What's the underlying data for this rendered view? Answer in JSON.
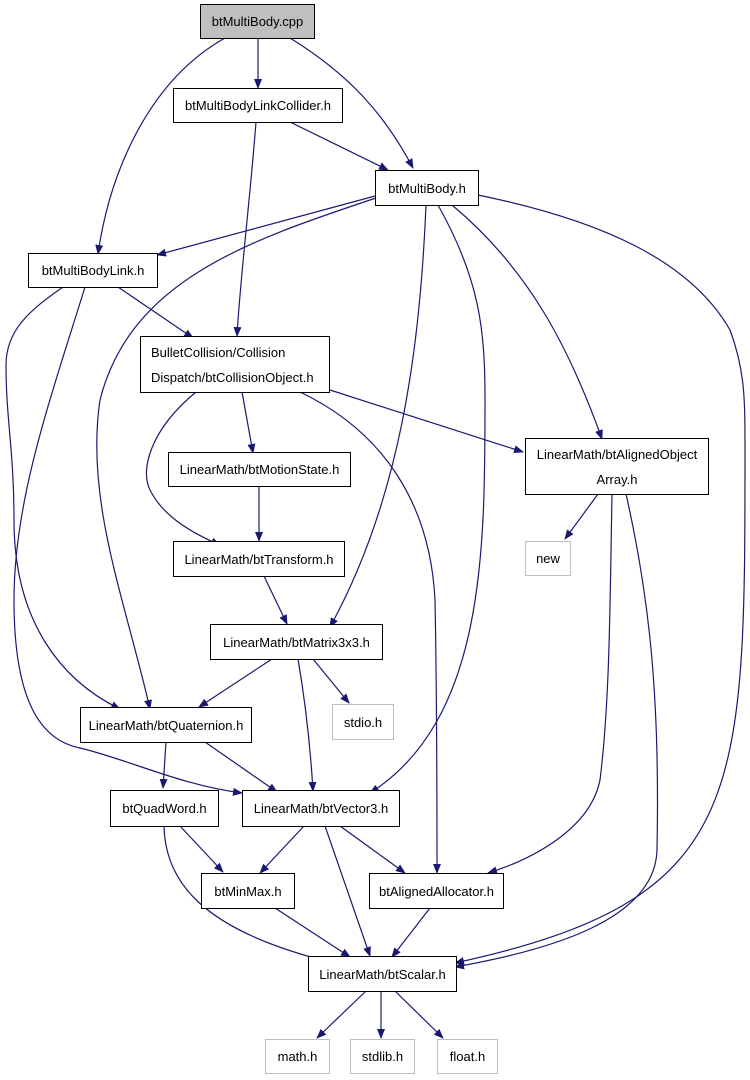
{
  "colors": {
    "edge": "#191970",
    "root_fill": "#bfbfbf",
    "external_border": "#bfbfbf"
  },
  "nodes": {
    "bt_multibody_cpp": "btMultiBody.cpp",
    "bt_multibody_link_collider_h": "btMultiBodyLinkCollider.h",
    "bt_multibody_h": "btMultiBody.h",
    "bt_multibody_link_h": "btMultiBodyLink.h",
    "bt_collision_object_h": "BulletCollision/Collision\nDispatch/btCollisionObject.h",
    "bt_motion_state_h": "LinearMath/btMotionState.h",
    "bt_aligned_object_array_h": "LinearMath/btAlignedObject\nArray.h",
    "new_h": "new",
    "bt_transform_h": "LinearMath/btTransform.h",
    "bt_matrix3x3_h": "LinearMath/btMatrix3x3.h",
    "stdio_h": "stdio.h",
    "bt_quaternion_h": "LinearMath/btQuaternion.h",
    "bt_quad_word_h": "btQuadWord.h",
    "bt_vector3_h": "LinearMath/btVector3.h",
    "bt_min_max_h": "btMinMax.h",
    "bt_aligned_allocator_h": "btAlignedAllocator.h",
    "bt_scalar_h": "LinearMath/btScalar.h",
    "math_h": "math.h",
    "stdlib_h": "stdlib.h",
    "float_h": "float.h"
  }
}
